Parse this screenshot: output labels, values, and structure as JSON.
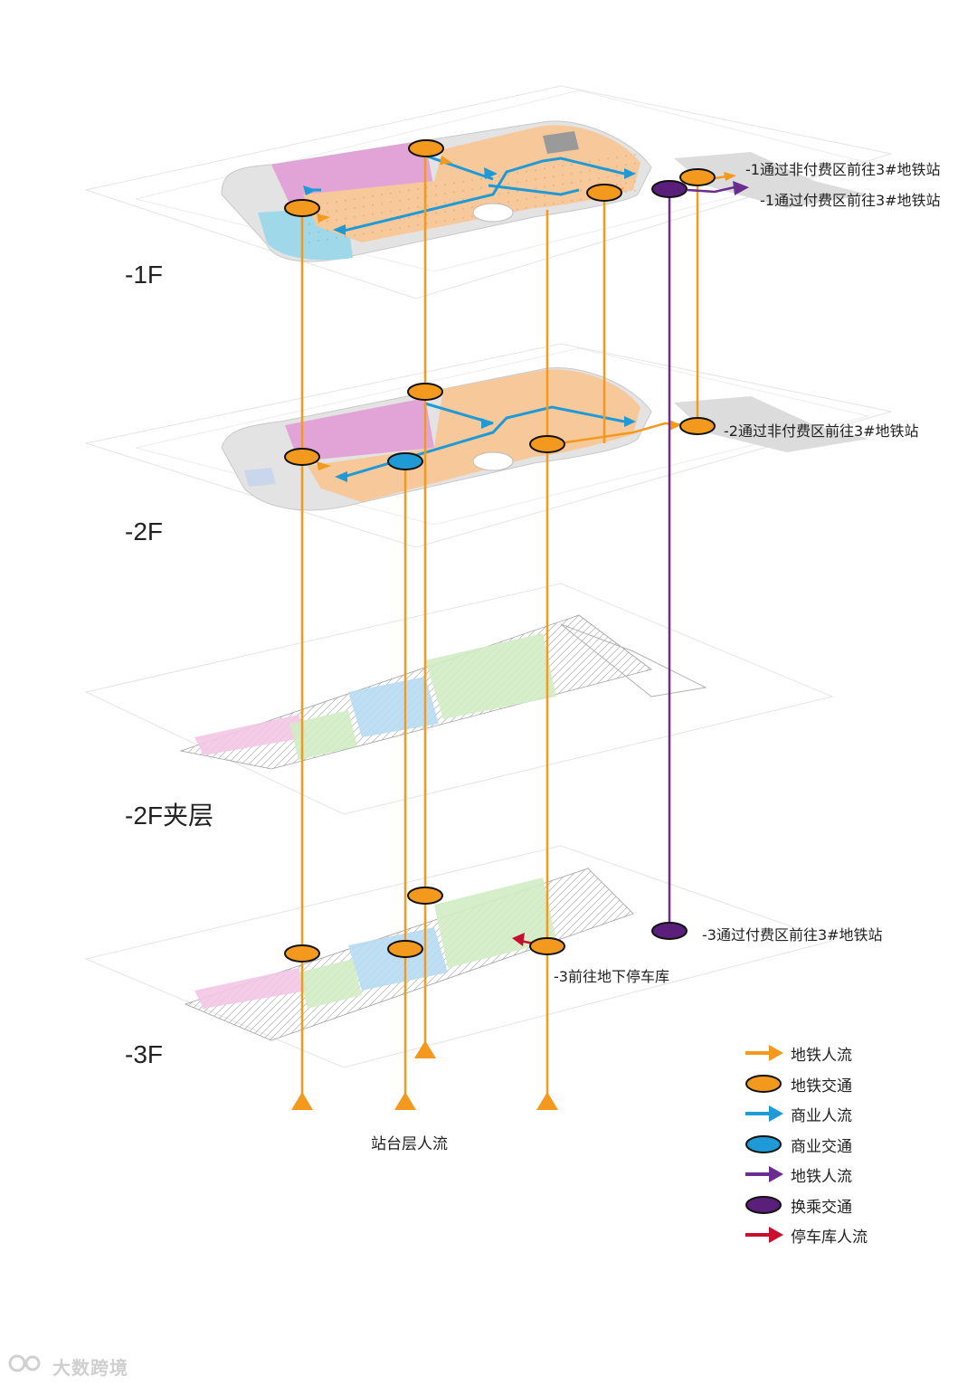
{
  "floors": [
    {
      "id": "f1",
      "label": "-1F"
    },
    {
      "id": "f2",
      "label": "-2F"
    },
    {
      "id": "f2m",
      "label": "-2F夹层"
    },
    {
      "id": "f3",
      "label": "-3F"
    }
  ],
  "annotations": {
    "f1_nonpaid": "-1通过非付费区前往3#地铁站",
    "f1_paid": "-1通过付费区前往3#地铁站",
    "f2_nonpaid": "-2通过非付费区前往3#地铁站",
    "f3_paid": "-3通过付费区前往3#地铁站",
    "f3_parking": "-3前往地下停车库",
    "platform": "站台层人流"
  },
  "legend": [
    {
      "label": "地铁人流",
      "symbol": "arrow",
      "color": "#f39a1e"
    },
    {
      "label": "地铁交通",
      "symbol": "ellipse",
      "color": "#f39a1e"
    },
    {
      "label": "商业人流",
      "symbol": "arrow",
      "color": "#1e9ad6"
    },
    {
      "label": "商业交通",
      "symbol": "ellipse",
      "color": "#1e9ad6"
    },
    {
      "label": "地铁人流",
      "symbol": "arrow",
      "color": "#6a2c8e"
    },
    {
      "label": "换乘交通",
      "symbol": "ellipse",
      "color": "#5a1f7a"
    },
    {
      "label": "停车库人流",
      "symbol": "arrow",
      "color": "#c8102e"
    }
  ],
  "colors": {
    "metro": "#f39a1e",
    "commerce": "#1e9ad6",
    "transfer": "#6a2c8e",
    "parking": "#c8102e",
    "zone_orange": "#f7c89a",
    "zone_pink": "#e2a3d6",
    "zone_cyan": "#9fd8e8",
    "zone_green": "#d2ecc4",
    "zone_blue": "#b7dcf2"
  },
  "watermark": "大数跨境"
}
